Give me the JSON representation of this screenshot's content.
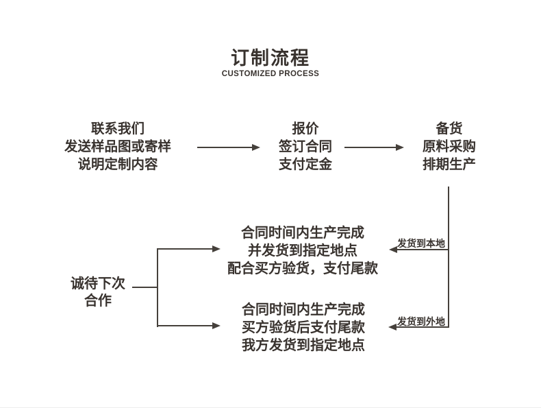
{
  "title": "订制流程",
  "subtitle": "CUSTOMIZED PROCESS",
  "steps": [
    {
      "name": "contact",
      "lines": [
        "联系我们",
        "发送样品图或寄样",
        "说明定制内容"
      ]
    },
    {
      "name": "quote",
      "lines": [
        "报价",
        "签订合同",
        "支付定金"
      ]
    },
    {
      "name": "prepare",
      "lines": [
        "备货",
        "原料采购",
        "排期生产"
      ]
    }
  ],
  "branches": [
    {
      "name": "local-delivery",
      "lines": [
        "合同时间内生产完成",
        "并发货到指定地点",
        "配合买方验货，支付尾款"
      ],
      "arrow_label": "发货到本地"
    },
    {
      "name": "outer-delivery",
      "lines": [
        "合同时间内生产完成",
        "买方验货后支付尾款",
        "我方发货到指定地点"
      ],
      "arrow_label": "发货到外地"
    }
  ],
  "end_node": {
    "lines": [
      "诚待下次",
      "合作"
    ]
  },
  "colors": {
    "text": "#38322e",
    "line": "#45403b",
    "background": "#ffffff"
  }
}
